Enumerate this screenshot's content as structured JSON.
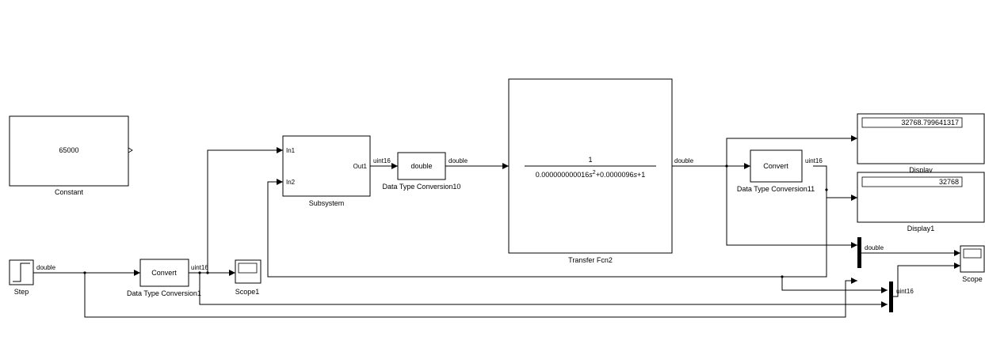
{
  "blocks": {
    "constant": {
      "value": "65000",
      "name": "Constant"
    },
    "step": {
      "name": "Step"
    },
    "dtc1": {
      "text": "Convert",
      "name": "Data Type Conversion1"
    },
    "scope1": {
      "name": "Scope1"
    },
    "subsystem": {
      "in1": "In1",
      "in2": "In2",
      "out1": "Out1",
      "name": "Subsystem"
    },
    "dtc10": {
      "text": "double",
      "name": "Data Type Conversion10"
    },
    "tf2": {
      "numerator": "1",
      "denominator_a": "0.000000000016",
      "s": "s",
      "exp": "2",
      "denominator_b": "+0.0000096",
      "denominator_c": "+1",
      "name": "Transfer Fcn2"
    },
    "dtc11": {
      "text": "Convert",
      "name": "Data Type Conversion11"
    },
    "display": {
      "value": "32768.799641317",
      "name": "Display"
    },
    "display1": {
      "value": "32768",
      "name": "Display1"
    },
    "scope": {
      "name": "Scope"
    }
  },
  "signals": {
    "step_out": "double",
    "dtc1_out": "uint16",
    "sub_out": "uint16",
    "dtc10_out": "double",
    "tf_out": "double",
    "dtc11_out": "uint16",
    "mux1_out": "double",
    "mux2_out": "uint16"
  }
}
